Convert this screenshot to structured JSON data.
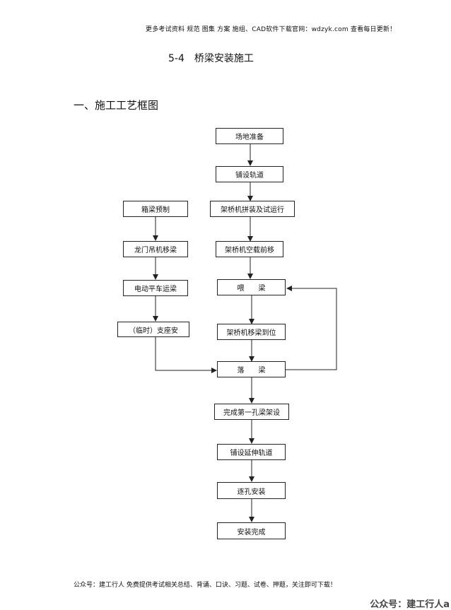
{
  "header_note": "更多考试资料 规范 图集 方案 施组、CAD软件下载官网：wdzyk.com 查看每日更新！",
  "section_title": "5-4　桥梁安装施工",
  "subsection_title": "一、施工工艺框图",
  "flowchart": {
    "nodes": {
      "site_prep": "场地准备",
      "lay_track": "铺设轨道",
      "erector_assembly": "架桥机拼装及试运行",
      "erector_unloaded_move": "架桥机空载前移",
      "feed_beam": "喂　　梁",
      "erector_beam_position": "架桥机移梁到位",
      "drop_beam": "落　　梁",
      "first_span": "完成第一孔梁架设",
      "extend_track": "铺设延伸轨道",
      "span_by_span": "逐孔安装",
      "install_done": "安装完成",
      "beam_precast": "箱梁预制",
      "gantry_move": "龙门吊机移梁",
      "flatcar_transport": "电动平车运梁",
      "temp_support": "（临时）支座安"
    }
  },
  "footer_note": "公众号：建工行人 免费提供考试相关总结、背诵、口诀、习题、试卷、押题，关注即可下载！",
  "watermark": "公众号：建工行人a"
}
